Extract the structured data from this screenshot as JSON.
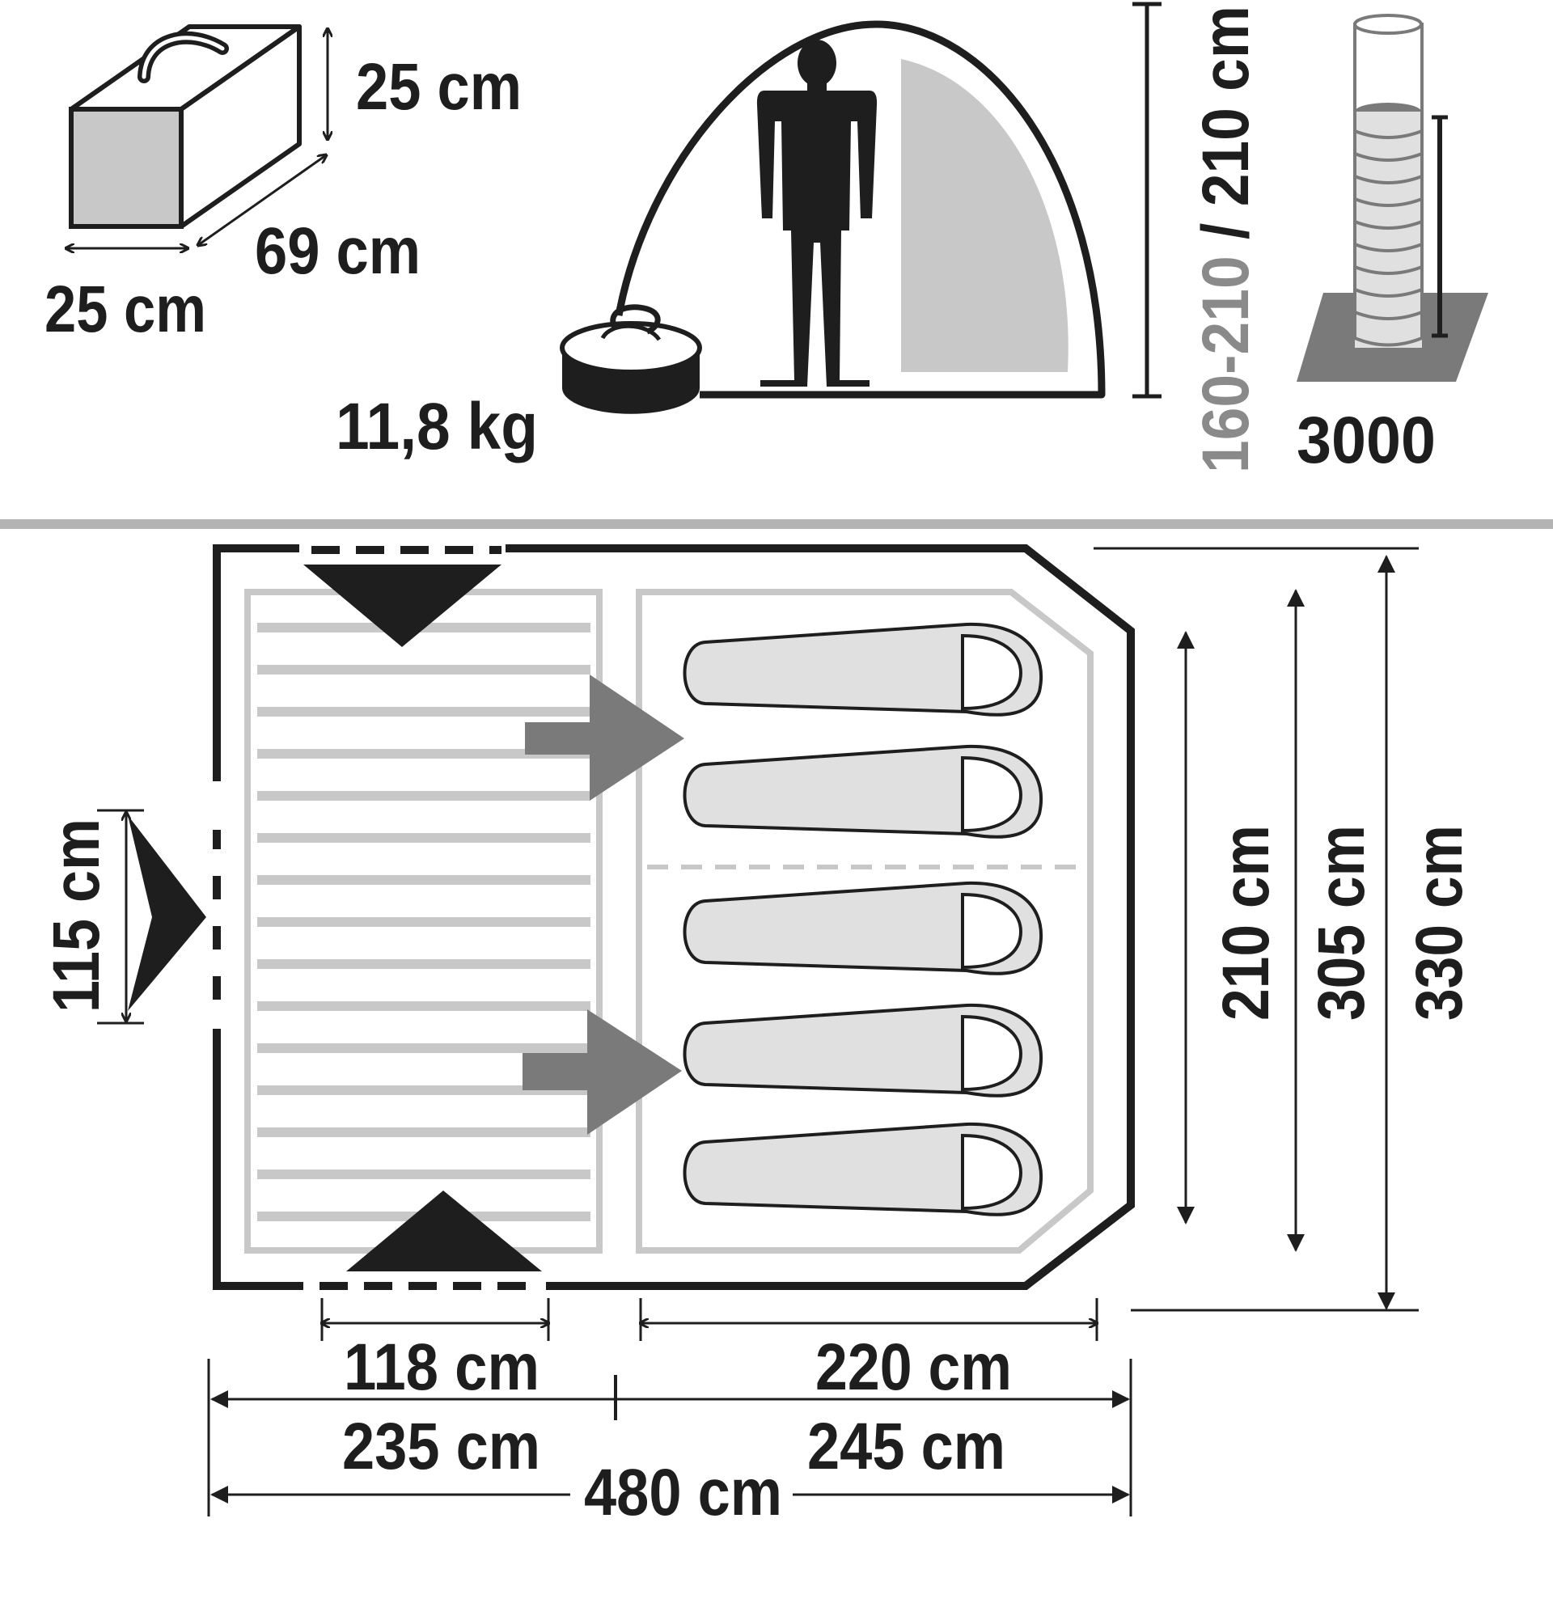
{
  "specs": {
    "pack_height": "25 cm",
    "pack_length": "69 cm",
    "pack_width": "25 cm",
    "weight": "11,8 kg",
    "height_label_inner": "160-210",
    "height_label_outer": " / 210 cm",
    "water_column": "3000"
  },
  "floorplan": {
    "side_door_width": "115 cm",
    "inner_tent_depth": "210 cm",
    "depth_mid": "305 cm",
    "total_depth": "330 cm",
    "front_door_width": "118 cm",
    "inner_tent_length": "220 cm",
    "living_area_length": "235 cm",
    "sleeping_area_length": "245 cm",
    "total_length": "480 cm"
  },
  "colors": {
    "ink": "#1e1e1e",
    "mid_grey": "#7a7a7a",
    "light_grey": "#c8c8c8",
    "pale_grey": "#e0e0e0",
    "divider": "#b4b4b4"
  }
}
